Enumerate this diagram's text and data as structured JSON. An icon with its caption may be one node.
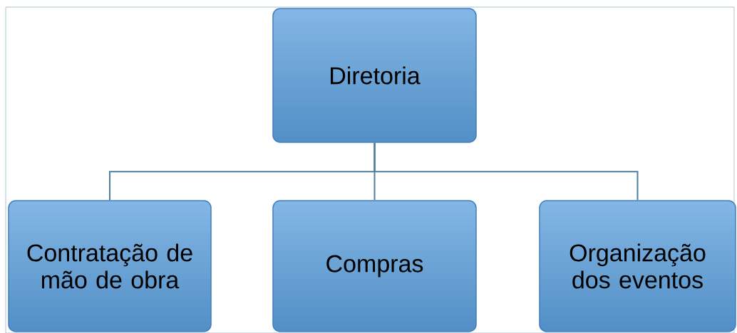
{
  "diagram": {
    "nodes": [
      {
        "text": [
          "Diretoria"
        ]
      },
      {
        "text": [
          "Contratação de mão de obra"
        ]
      },
      {
        "text": [
          "Compras"
        ]
      },
      {
        "text": [
          "Organização dos eventos"
        ]
      }
    ],
    "edges": [
      {
        "from": 0,
        "to": 1,
        "arrow": "none"
      },
      {
        "from": 0,
        "to": 2,
        "arrow": "none"
      },
      {
        "from": 0,
        "to": 3,
        "arrow": "none"
      }
    ]
  }
}
